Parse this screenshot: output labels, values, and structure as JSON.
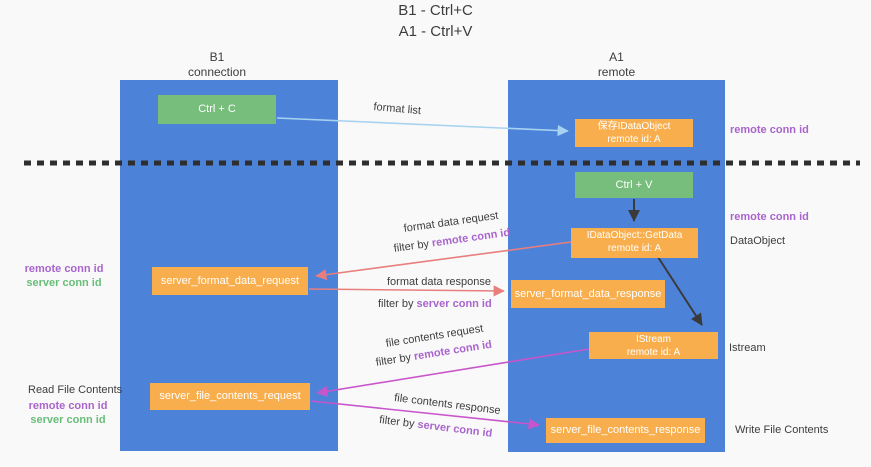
{
  "title": {
    "line1": "B1 - Ctrl+C",
    "line2": "A1 - Ctrl+V"
  },
  "columns": {
    "left": {
      "header_line1": "B1",
      "header_line2": "connection"
    },
    "right": {
      "header_line1": "A1",
      "header_line2": "remote"
    }
  },
  "boxes": {
    "ctrl_c": "Ctrl + C",
    "ctrl_v": "Ctrl + V",
    "save_idataobject": {
      "line1": "保存IDataObject",
      "line2": "remote id: A"
    },
    "getdata": {
      "line1": "IDataObject::GetData",
      "line2": "remote id: A"
    },
    "istream": {
      "line1": "IStream",
      "line2": "remote id: A"
    },
    "format_request": "server_format_data_request",
    "format_response": "server_format_data_response",
    "file_request": "server_file_contents_request",
    "file_response": "server_file_contents_response"
  },
  "flow_labels": {
    "format_list": "format list",
    "format_data_request": "format data request",
    "format_data_response": "format data response",
    "file_contents_request": "file contents request",
    "file_contents_response": "file contents response",
    "filter_by": "filter by ",
    "remote_conn_id": "remote conn id",
    "server_conn_id": "server conn id"
  },
  "side_labels": {
    "remote_conn_id": "remote conn id",
    "server_conn_id": "server conn id",
    "dataobject": "DataObject",
    "istream": "Istream",
    "read_file_contents": "Read File Contents",
    "write_file_contents": "Write File Contents"
  },
  "colors": {
    "column_blue": "#4c83d9",
    "box_orange": "#f9ae4d",
    "box_green": "#77bd7b",
    "arrow_light_blue": "#a8d3f0",
    "arrow_salmon": "#e87e7e",
    "arrow_magenta": "#c855cb",
    "arrow_black": "#3a3a3a",
    "text_purple": "#a965cd",
    "text_green": "#68bd78"
  }
}
